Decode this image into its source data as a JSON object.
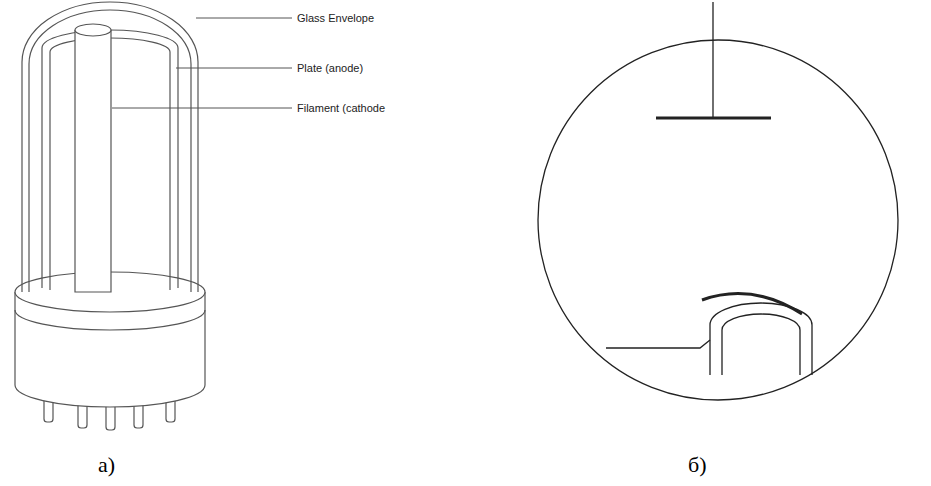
{
  "diagram": {
    "labels": [
      "Glass Envelope",
      "Plate (anode)",
      "Filament (cathode",
      "а)",
      "б)"
    ]
  }
}
